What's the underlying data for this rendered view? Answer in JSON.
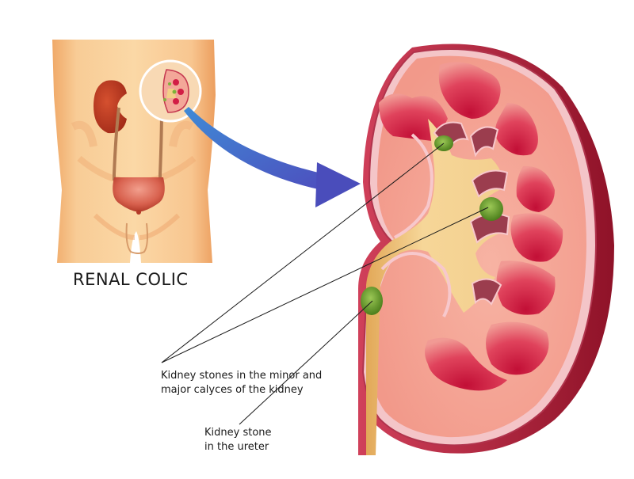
{
  "diagram": {
    "title": "RENAL COLIC",
    "labels": {
      "calyces_line1": "Kidney stones in the minor and",
      "calyces_line2": "major calyces of the kidney",
      "ureter_line1": "Kidney stone",
      "ureter_line2": "in the ureter"
    },
    "components": [
      "torso-with-urinary-system",
      "magnifier-circle",
      "zoom-arrow",
      "kidney-cross-section",
      "kidney-stone-minor-calyx",
      "kidney-stone-major-calyx",
      "kidney-stone-ureter"
    ],
    "colors": {
      "skin": "#f6c48c",
      "kidney_outer": "#c0283f",
      "kidney_cortex": "#f4a492",
      "pyramids": "#d21d45",
      "pelvis": "#f2cf86",
      "stone": "#6a9e2a",
      "arrow": "#4a5bc2",
      "bladder": "#b23a2a"
    }
  }
}
